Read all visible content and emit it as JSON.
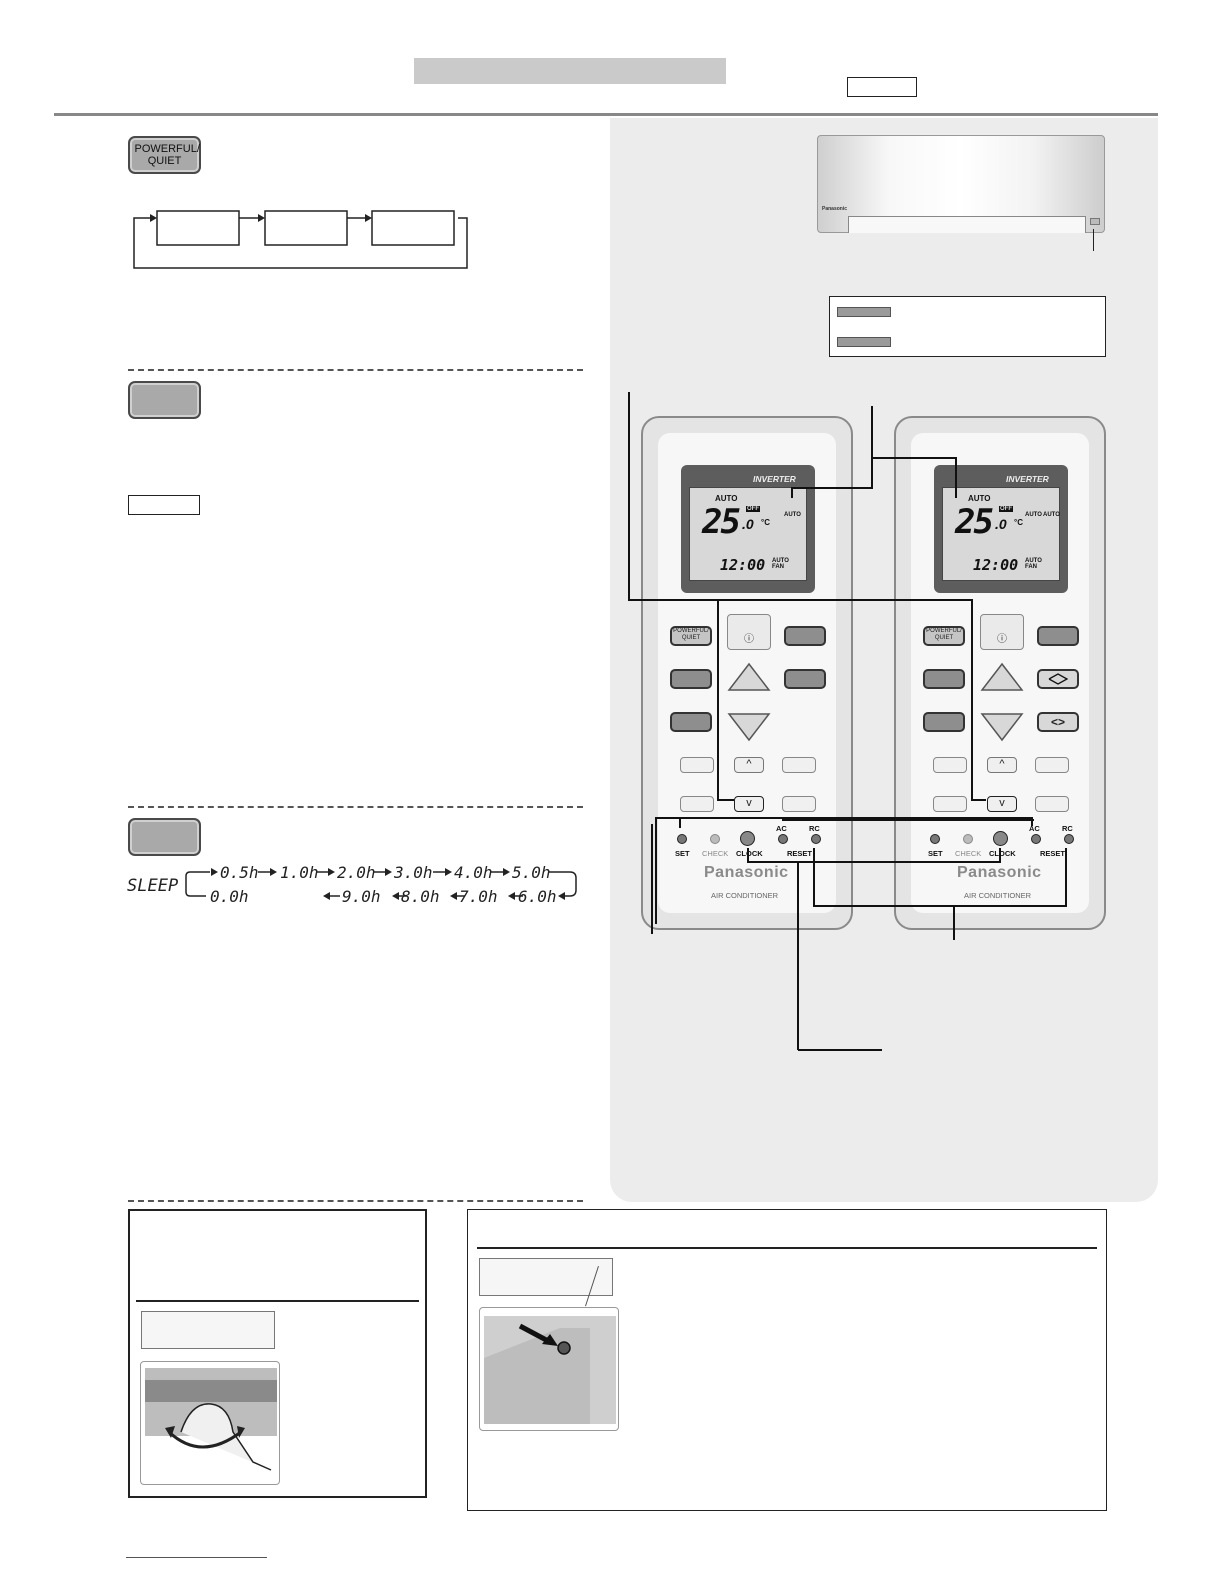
{
  "buttons": {
    "powerful_quiet": "POWERFUL/ QUIET"
  },
  "sleep": {
    "label": "SLEEP",
    "sequence_top": [
      "0.5h",
      "1.0h",
      "2.0h",
      "3.0h",
      "4.0h",
      "5.0h"
    ],
    "sequence_bottom_right_to_left": [
      "6.0h",
      "7.0h",
      "8.0h",
      "9.0h"
    ],
    "sequence_reset": "0.0h"
  },
  "remote": {
    "brand_logo": "INVERTER",
    "lcd_mode": "AUTO",
    "lcd_temp": "25",
    "lcd_temp_decimal": ".0",
    "lcd_unit": "°C",
    "lcd_off": "OFF",
    "lcd_auto_swing": "AUTO",
    "lcd_clock": "12:00",
    "lcd_fan": "AUTO FAN",
    "btn_powerful_quiet": "POWERFUL/ QUIET",
    "btn_power_icon": "ⓘ",
    "label_set": "SET",
    "label_check": "CHECK",
    "label_clock": "CLOCK",
    "label_ac": "AC",
    "label_rc": "RC",
    "label_reset": "RESET",
    "brand": "Panasonic",
    "sub_brand": "AIR CONDITIONER"
  },
  "indoor_unit": {
    "brand": "Panasonic"
  },
  "icons": {
    "up": "up-triangle-icon",
    "down": "down-triangle-icon",
    "caret_up": "^",
    "caret_down": "v",
    "swing_vertical": "swing-vertical-icon",
    "swing_horizontal": "<>"
  }
}
